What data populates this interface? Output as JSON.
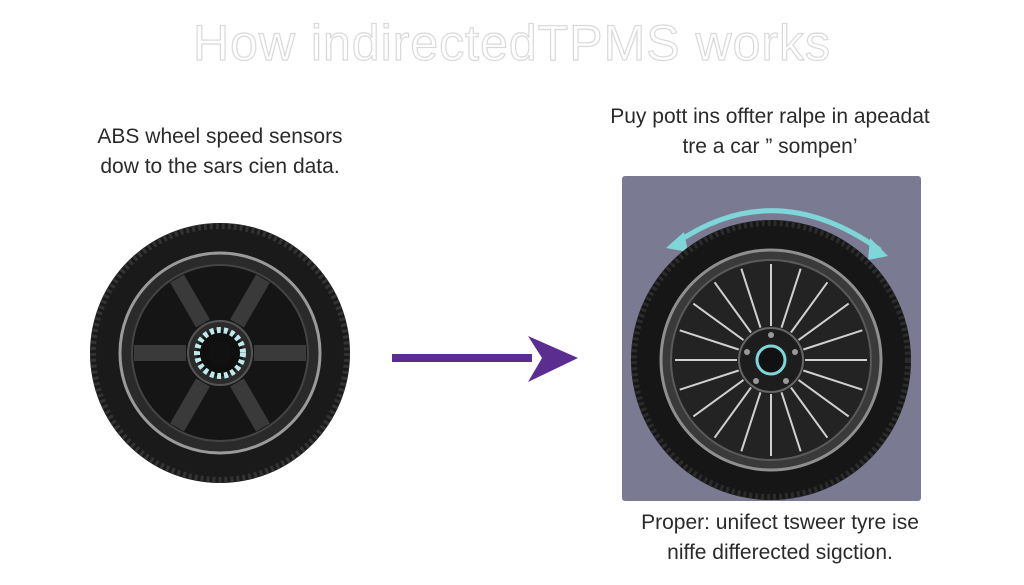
{
  "title": "How indirectedTPMS works",
  "left_caption": {
    "line1": "ABS wheel speed sensors",
    "line2": "dow to the sars cien data."
  },
  "right_caption": {
    "line1": "Puy pott ins offter ralpe in apeadat",
    "line2": "tre a car ” sompen’"
  },
  "bottom_caption": {
    "line1": "Proper: unifect tsweer tyre ise",
    "line2": "niffe differected sigction."
  },
  "colors": {
    "arrow": "#5b2d91",
    "rotation_arrow": "#7fd6d8",
    "panel": "#7a7b92",
    "tire": "#1c1c1c",
    "hub_led": "#bfe9ea"
  },
  "icons": {
    "left_wheel": "abs-wheel-icon",
    "right_wheel": "spoked-wheel-icon",
    "flow_arrow": "arrow-right-icon",
    "rotation": "rotation-arrow-icon"
  }
}
